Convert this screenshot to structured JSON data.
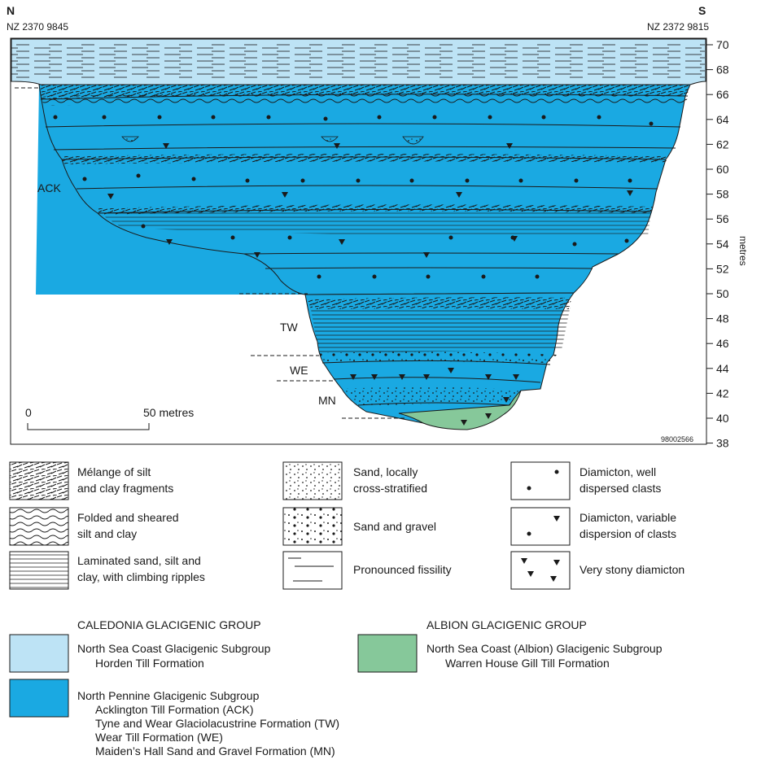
{
  "header": {
    "north": "N",
    "south": "S",
    "north_grid": "NZ 2370 9845",
    "south_grid": "NZ 2372 9815"
  },
  "axis": {
    "label": "metres",
    "ticks": [
      "70",
      "68",
      "66",
      "64",
      "62",
      "60",
      "58",
      "56",
      "54",
      "52",
      "50",
      "48",
      "46",
      "44",
      "42",
      "40",
      "38"
    ]
  },
  "section_labels": {
    "ack": "ACK",
    "tw": "TW",
    "we": "WE",
    "mn": "MN"
  },
  "scale": {
    "zero": "0",
    "end": "50 metres"
  },
  "figure_code": "98002566",
  "colors": {
    "horden": "#bde3f5",
    "pennine": "#1aa9e2",
    "albion": "#86c89a",
    "outline": "#1a1a1a"
  },
  "legend": {
    "items": [
      {
        "label1": "Mélange of silt",
        "label2": "and clay fragments",
        "icon": "melange-icon"
      },
      {
        "label1": "Folded and sheared",
        "label2": "silt and clay",
        "icon": "folded-icon"
      },
      {
        "label1": "Laminated sand, silt and",
        "label2": "clay, with climbing ripples",
        "icon": "laminated-icon"
      },
      {
        "label1": "Sand, locally",
        "label2": "cross-stratified",
        "icon": "sand-icon"
      },
      {
        "label1": "Sand and gravel",
        "label2": "",
        "icon": "gravel-icon"
      },
      {
        "label1": "Pronounced fissility",
        "label2": "",
        "icon": "fissility-icon"
      },
      {
        "label1": "Diamicton, well",
        "label2": "dispersed clasts",
        "icon": "diamicton-dots-icon"
      },
      {
        "label1": "Diamicton, variable",
        "label2": "dispersion of clasts",
        "icon": "diamicton-variable-icon"
      },
      {
        "label1": "Very stony diamicton",
        "label2": "",
        "icon": "stony-diamicton-icon"
      }
    ]
  },
  "groups": {
    "caledonia": {
      "title": "CALEDONIA GLACIGENIC GROUP",
      "horden_sub": "North Sea Coast Glacigenic Subgroup",
      "horden_fm": "Horden Till Formation",
      "pennine_sub": "North Pennine Glacigenic Subgroup",
      "pennine_fms": [
        "Acklington Till Formation (ACK)",
        "Tyne and Wear Glaciolacustrine Formation (TW)",
        "Wear Till Formation (WE)",
        "Maiden’s Hall Sand and Gravel Formation (MN)"
      ]
    },
    "albion": {
      "title": "ALBION GLACIGENIC GROUP",
      "sub": "North Sea Coast (Albion) Glacigenic Subgroup",
      "fm": "Warren House Gill Till Formation"
    }
  }
}
